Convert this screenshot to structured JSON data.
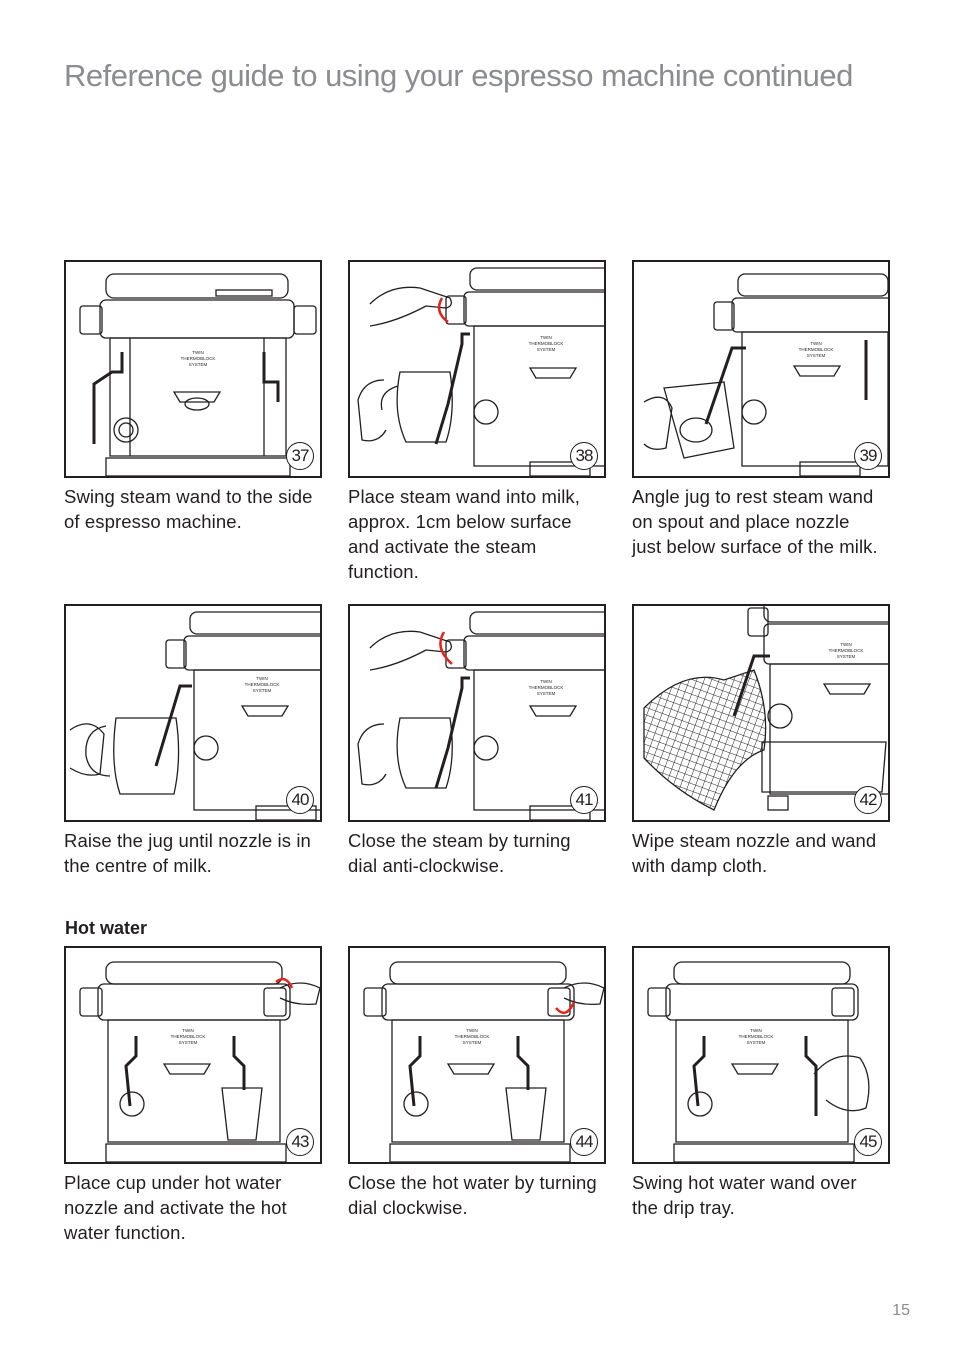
{
  "title": "Reference guide to using your espresso machine continued",
  "hot_water_heading": "Hot water",
  "page_number": "15",
  "machine_label_lines": [
    "TWIN",
    "THERMOBLOCK",
    "SYSTEM"
  ],
  "steps": [
    {
      "number": "37",
      "caption": "Swing steam wand to the side of espresso machine."
    },
    {
      "number": "38",
      "caption": "Place steam wand into milk, approx. 1cm below surface and activate the steam function."
    },
    {
      "number": "39",
      "caption": "Angle jug to rest steam wand on spout and place nozzle just below surface of the milk."
    },
    {
      "number": "40",
      "caption": "Raise the jug until nozzle is in the centre of milk."
    },
    {
      "number": "41",
      "caption": "Close the steam by turning dial anti-clockwise."
    },
    {
      "number": "42",
      "caption": "Wipe steam nozzle and wand with damp cloth."
    },
    {
      "number": "43",
      "caption": "Place cup under hot water nozzle and activate the hot water function."
    },
    {
      "number": "44",
      "caption": "Close the hot water by turning dial clockwise."
    },
    {
      "number": "45",
      "caption": "Swing hot water wand over the drip tray."
    }
  ],
  "colors": {
    "title": "#8a8c8f",
    "ink": "#231f20",
    "arrow": "#e2231a"
  }
}
